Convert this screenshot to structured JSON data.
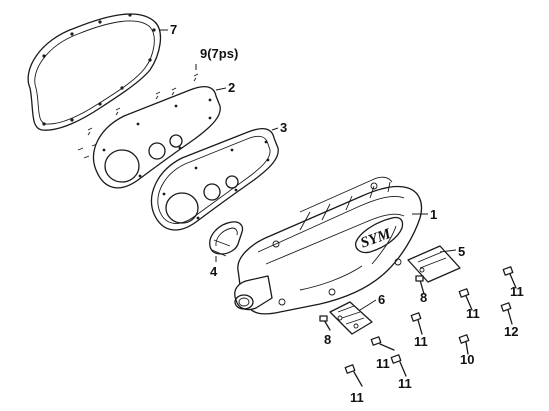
{
  "diagram": {
    "callouts": {
      "c1": "1",
      "c2": "2",
      "c3": "3",
      "c4": "4",
      "c5": "5",
      "c6": "6",
      "c7": "7",
      "c8a": "8",
      "c8b": "8",
      "c9": "9(7ps)",
      "c10": "10",
      "c11a": "11",
      "c11b": "11",
      "c11c": "11",
      "c11d": "11",
      "c11e": "11",
      "c11f": "11",
      "c12": "12"
    },
    "logo": "SYM"
  }
}
